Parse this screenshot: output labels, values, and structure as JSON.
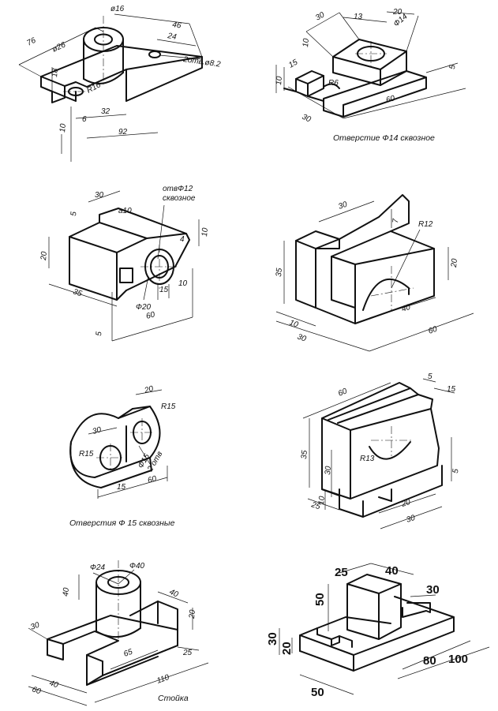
{
  "drawings": [
    {
      "dimensions": {
        "d76": "76",
        "d46": "46",
        "phi26": "ø26",
        "phi16": "ø16",
        "d24": "24",
        "holes": "2отв.ø8.2",
        "d18": "18",
        "r16": "R16",
        "d10": "10",
        "d6": "6",
        "d32": "32",
        "d92": "92"
      }
    },
    {
      "dimensions": {
        "d30": "30",
        "d13": "13",
        "d20": "20",
        "phi14": "Ф14",
        "d10": "10",
        "d15": "15",
        "r6": "R6",
        "d5": "5",
        "d60": "60",
        "d10b": "10",
        "d30b": "30"
      },
      "caption": "Отверстие Ф14 сквозное"
    },
    {
      "dimensions": {
        "d30": "30",
        "holes": "отвФ12",
        "through": "сквозное",
        "a10": "а10",
        "d5": "5",
        "d20": "20",
        "d10": "10",
        "d4": "4",
        "d35": "35",
        "phi20": "Ф20",
        "d15": "15",
        "d10b": "10",
        "d5b": "5",
        "d60": "60"
      }
    },
    {
      "dimensions": {
        "d30": "30",
        "d7": "7",
        "r12": "R12",
        "d35": "35",
        "d20": "20",
        "d40": "40",
        "d10": "10",
        "d60": "60",
        "d30b": "30"
      }
    },
    {
      "dimensions": {
        "d20": "20",
        "r15": "R15",
        "d30": "30",
        "r15b": "R15",
        "phi15": "Ф15",
        "holes2": "2 отв",
        "d15": "15",
        "d60": "60"
      },
      "caption": "Отверстия Ф 15 сквозные"
    },
    {
      "dimensions": {
        "d60": "60",
        "d5": "5",
        "d15": "15",
        "d35": "35",
        "r13": "R13",
        "d30": "30",
        "d10": "10",
        "d5b": "5",
        "d25": "25",
        "d20": "20",
        "d30b": "30"
      }
    },
    {
      "dimensions": {
        "phi24": "Ф24",
        "phi40": "Ф40",
        "d40": "40",
        "d40b": "40",
        "d30": "30",
        "d20": "20",
        "d65": "65",
        "d25": "25",
        "d40c": "40",
        "d60": "60",
        "d110": "110"
      },
      "caption": "Стойка"
    },
    {
      "dimensions": {
        "d25": "25",
        "d40": "40",
        "d30": "30",
        "d50": "50",
        "d30b": "30",
        "d20": "20",
        "d80": "80",
        "d100": "100",
        "d50b": "50"
      }
    }
  ]
}
